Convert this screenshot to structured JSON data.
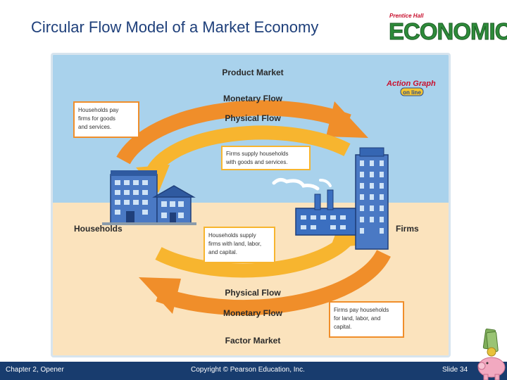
{
  "slide": {
    "title": "Circular Flow Model of a Market Economy",
    "logo_small": "Prentice Hall",
    "logo_big": "ECONOMICS"
  },
  "diagram": {
    "product_market": "Product Market",
    "factor_market": "Factor Market",
    "households": "Households",
    "firms": "Firms",
    "top_monetary_flow": "Monetary Flow",
    "top_physical_flow": "Physical Flow",
    "bottom_physical_flow": "Physical Flow",
    "bottom_monetary_flow": "Monetary Flow",
    "action_graph_line1": "Action Graph",
    "action_graph_line2": "on line",
    "note_households_pay": [
      "Households pay",
      "firms for goods",
      "and services."
    ],
    "note_firms_supply": [
      "Firms supply households",
      "with goods and services."
    ],
    "note_households_supply": [
      "Households supply",
      "firms with land, labor,",
      "and capital."
    ],
    "note_firms_pay": [
      "Firms pay households",
      "for land, labor, and",
      "capital."
    ]
  },
  "footer": {
    "chapter": "Chapter 2, Opener",
    "copyright": "Copyright © Pearson Education, Inc.",
    "slide_number": "Slide 34"
  },
  "colors": {
    "title": "#1e3f7a",
    "sky": "#a9d2ec",
    "ground": "#fbe3bd",
    "outer_arrow": "#f08e2a",
    "inner_arrow": "#f7b52f",
    "footer": "#183c6e"
  }
}
